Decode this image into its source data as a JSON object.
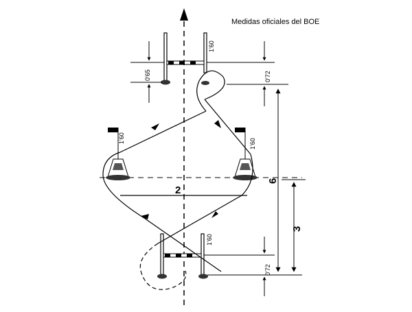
{
  "title": "Medidas oficiales del BOE",
  "labels": {
    "pole_height": "1'60",
    "gap_top_left": "0'65",
    "gap_top_right": "0'72",
    "gap_bottom_right": "0'72",
    "width": "2",
    "length": "6",
    "half_length": "3"
  }
}
